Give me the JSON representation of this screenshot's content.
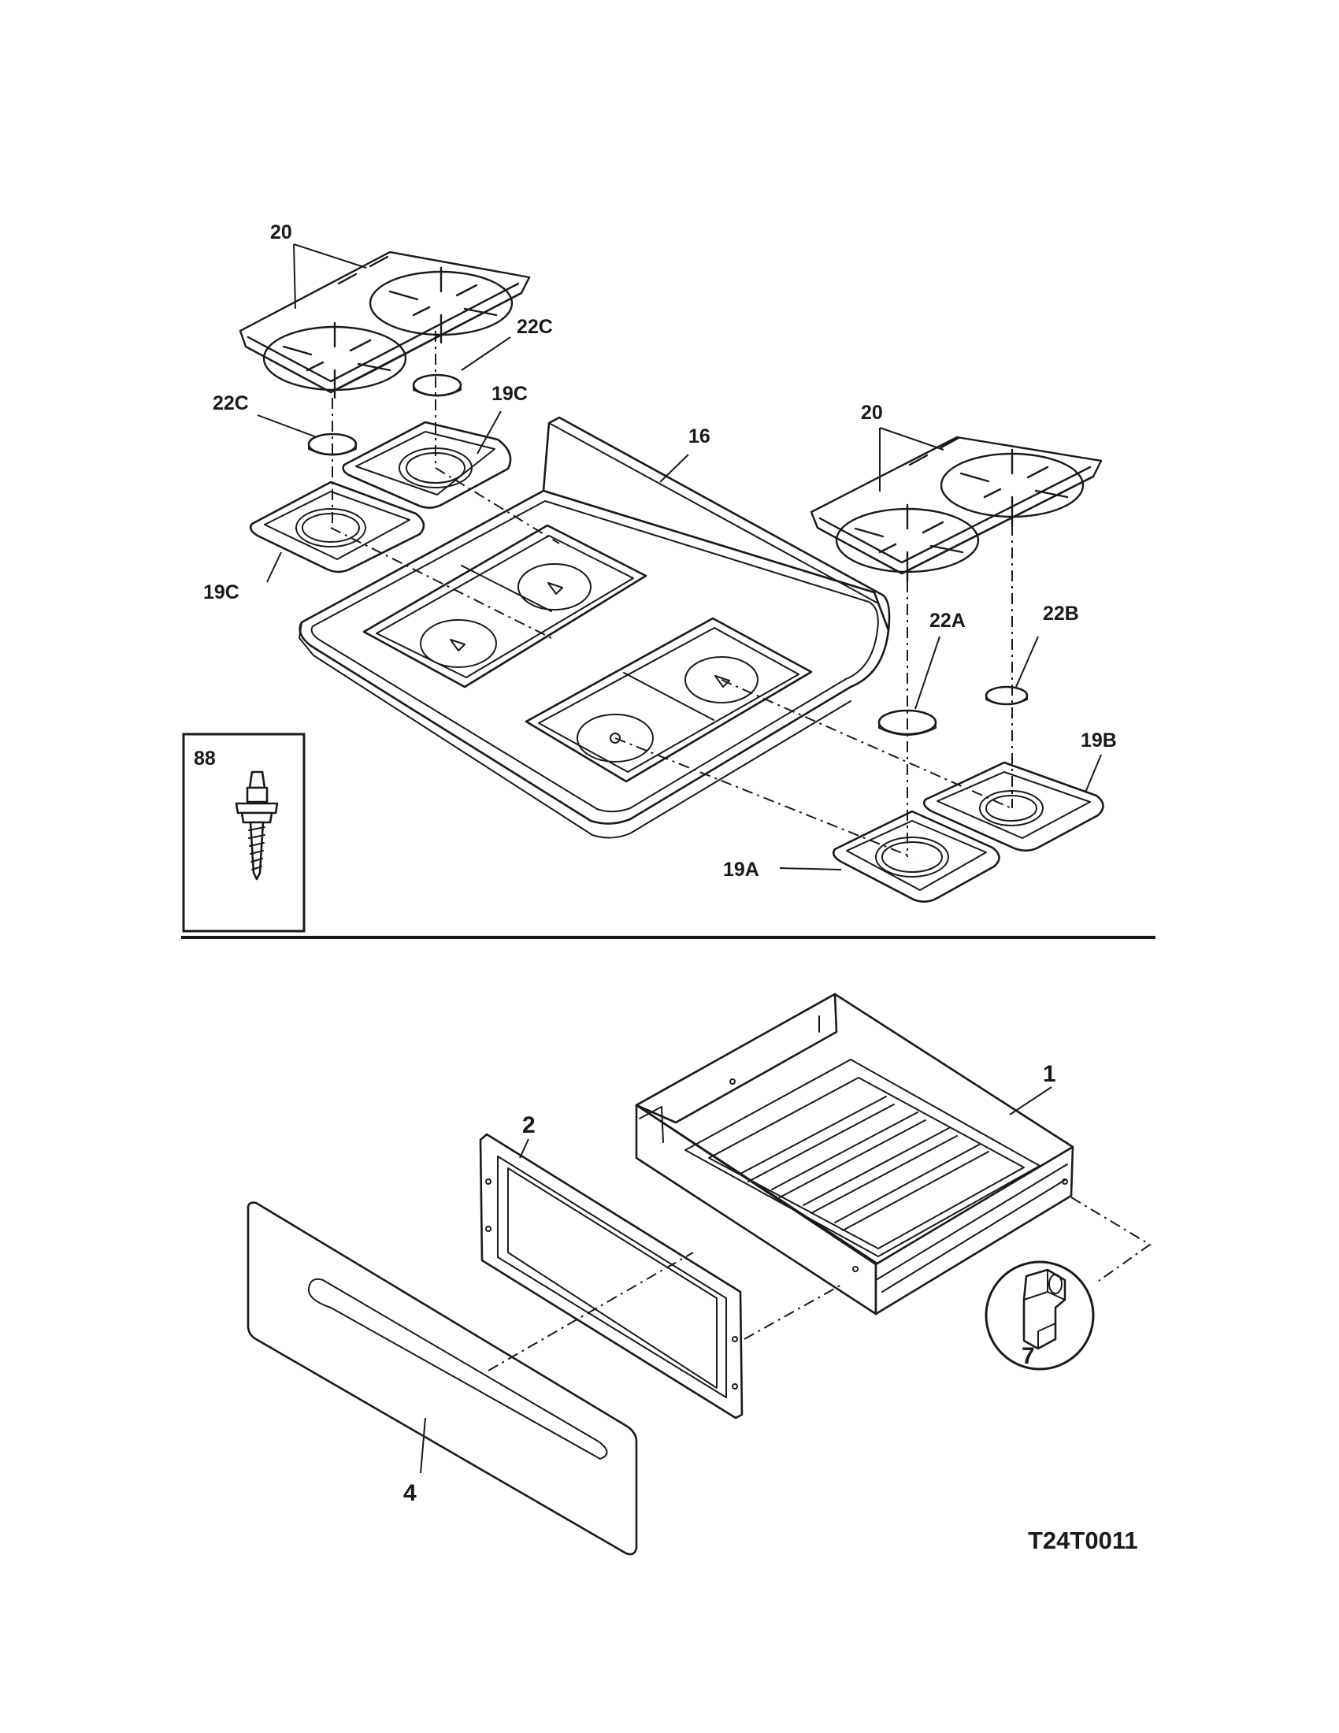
{
  "diagram": {
    "drawing_code": "T24T0011",
    "callouts": {
      "c1": "1",
      "c2": "2",
      "c4": "4",
      "c7": "7",
      "c16": "16",
      "c19A": "19A",
      "c19B": "19B",
      "c19C_upper": "19C",
      "c19C_lower": "19C",
      "c20_left": "20",
      "c20_right": "20",
      "c22A": "22A",
      "c22B": "22B",
      "c22C_upper": "22C",
      "c22C_lower": "22C",
      "c88": "88"
    }
  }
}
